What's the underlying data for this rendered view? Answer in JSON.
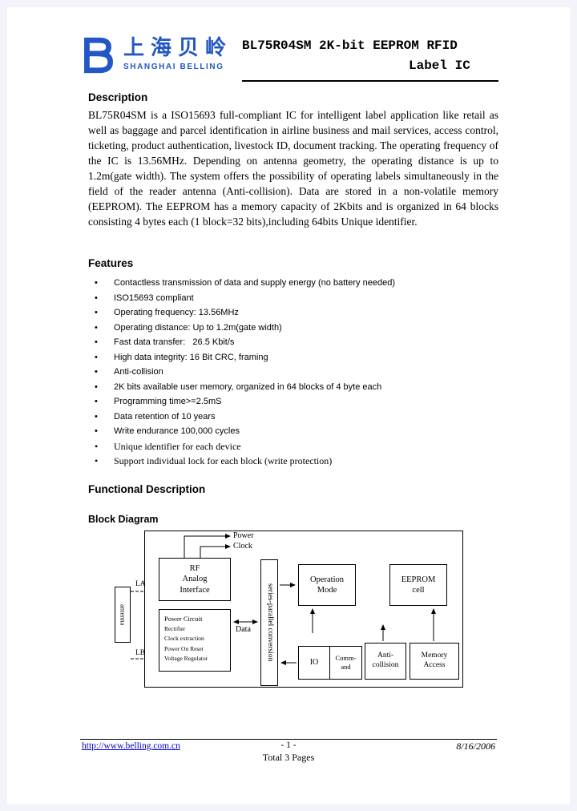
{
  "header": {
    "logo_chinese": "上海贝岭",
    "logo_english": "SHANGHAI BELLING",
    "title_line1": "BL75R04SM 2K-bit EEPROM RFID",
    "title_line2": "Label IC"
  },
  "description": {
    "heading": "Description",
    "body": "BL75R04SM is a ISO15693 full-compliant IC for intelligent label application like retail as well as baggage and parcel identification in airline business and mail services, access control, ticketing, product authentication, livestock ID, document tracking. The operating frequency of the IC is 13.56MHz. Depending on antenna geometry, the operating distance is up to 1.2m(gate width). The system offers the possibility of operating labels simultaneously in the field of the reader antenna (Anti-collision). Data are stored in a non-volatile memory (EEPROM). The EEPROM has a memory capacity of 2Kbits and is organized in 64 blocks consisting 4 bytes each (1 block=32 bits),including 64bits Unique identifier."
  },
  "features": {
    "heading": "Features",
    "items": [
      "Contactless transmission of data and supply energy (no battery needed)",
      "ISO15693 compliant",
      "Operating frequency: 13.56MHz",
      "Operating distance: Up to 1.2m(gate width)",
      "Fast data transfer:   26.5 Kbit/s",
      "High data integrity: 16 Bit CRC, framing",
      "Anti-collision",
      "2K bits available user memory, organized in 64 blocks of 4 byte each",
      "Programming time>=2.5mS",
      "Data retention of 10 years",
      "Write endurance 100,000 cycles",
      "Unique identifier for each device",
      "Support individual lock for each block (write protection)"
    ]
  },
  "functional": {
    "heading": "Functional Description",
    "block_diagram_heading": "Block Diagram"
  },
  "diagram": {
    "power": "Power",
    "clock": "Clock",
    "data": "Data",
    "la": "LA",
    "lb": "LB",
    "antenna": "antenna",
    "rf_lines": [
      "RF",
      "Analog",
      "Interface"
    ],
    "power_circuit_lines": [
      "Power Circuit",
      "Rectifier",
      "Clock extraction",
      "Power On Reset",
      "Voltage Regulator"
    ],
    "serial_parallel": "series-parallel conversion",
    "operation_mode_lines": [
      "Operation",
      "Mode"
    ],
    "eeprom_lines": [
      "EEPROM",
      "cell"
    ],
    "io": "IO",
    "command_lines": [
      "Comm-",
      "and"
    ],
    "anti_collision_lines": [
      "Anti-",
      "collision"
    ],
    "memory_access_lines": [
      "Memory",
      "Access"
    ]
  },
  "footer": {
    "url": "http://www.belling.com.cn",
    "page_number": "- 1 -",
    "total_pages": "Total 3 Pages",
    "date": "8/16/2006"
  },
  "colors": {
    "logo_blue": "#2357c5",
    "link_blue": "#0000cc"
  }
}
